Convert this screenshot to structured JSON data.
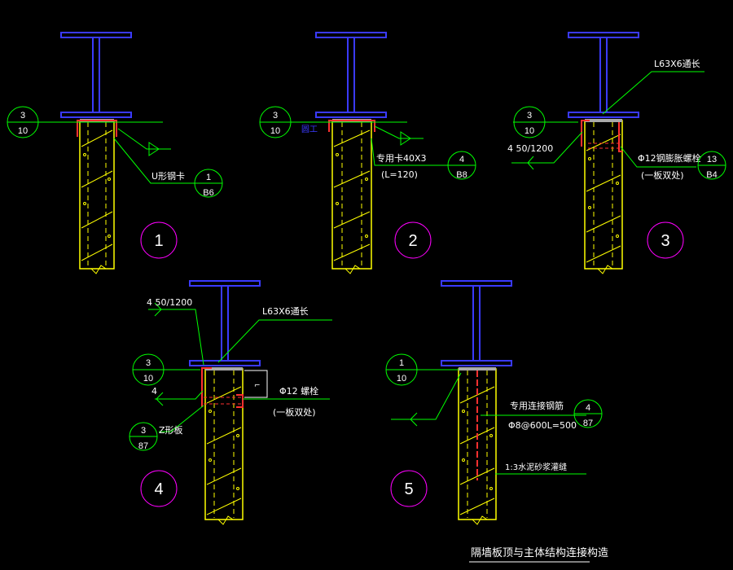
{
  "title": "隔墙板顶与主体结构连接构造",
  "colors": {
    "background": "#000000",
    "beam": "#3a3aff",
    "panel": "#ffff00",
    "leader": "#00ff00",
    "angle": "#ff3030",
    "circle": "#ff00ff",
    "text": "#ffffff"
  },
  "details": [
    {
      "number": "1",
      "ref": {
        "top": "3",
        "bottom": "10"
      },
      "label": "U形钢卡",
      "label_ref": {
        "top": "1",
        "bottom": "B6"
      }
    },
    {
      "number": "2",
      "ref": {
        "top": "3",
        "bottom": "10"
      },
      "label": "专用卡40X3",
      "label_sub": "(L=120)",
      "label_ref": {
        "top": "4",
        "bottom": "B8"
      },
      "side_mark": "圆工"
    },
    {
      "number": "3",
      "ref": {
        "top": "3",
        "bottom": "10"
      },
      "angle_label": "L63X6通长",
      "weld_label": "4  50/1200",
      "bolt_label": "Φ12钢膨胀螺栓",
      "bolt_sub": "(一板双处)",
      "label_ref": {
        "top": "13",
        "bottom": "B4"
      }
    },
    {
      "number": "4",
      "ref": {
        "top": "3",
        "bottom": "10"
      },
      "weld_label": "4  50/1200",
      "angle_label": "L63X6通长",
      "weld_small": "4",
      "bolt_label": "Φ12 螺栓",
      "bolt_sub": "(一板双处)",
      "z_label": "Z形板",
      "z_ref": {
        "top": "3",
        "bottom": "87"
      }
    },
    {
      "number": "5",
      "ref": {
        "top": "1",
        "bottom": "10"
      },
      "bar_label": "专用连接钢筋",
      "bar_sub": "Φ8@600L=500",
      "bar_ref": {
        "top": "4",
        "bottom": "87"
      },
      "grout_label": "1:3水泥砂浆灌缝"
    }
  ]
}
